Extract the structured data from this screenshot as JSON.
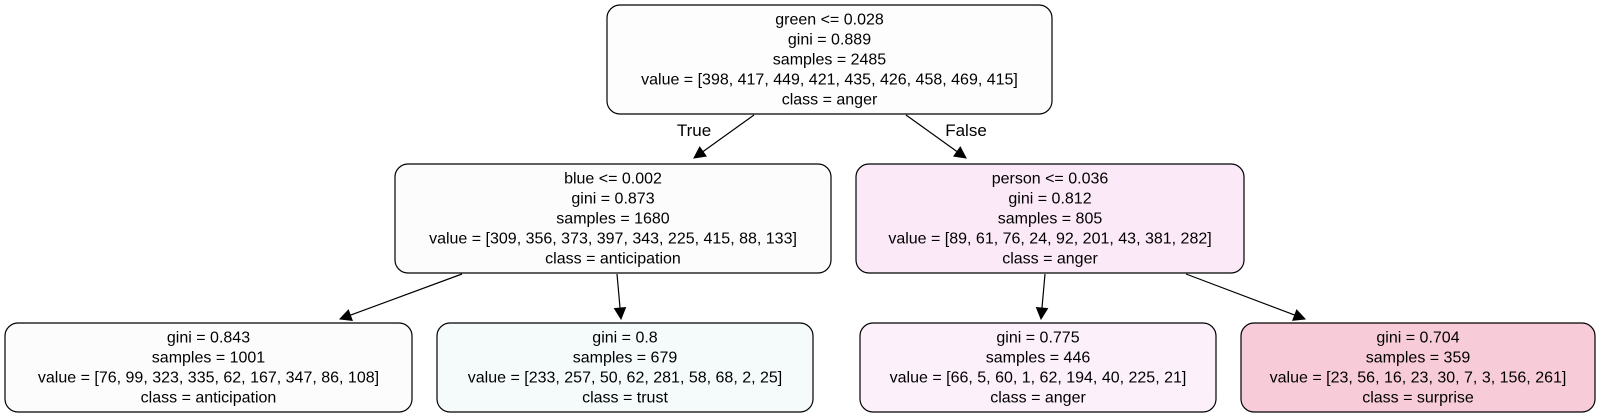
{
  "tree": {
    "nodes": [
      {
        "id": "root",
        "fill": "#fdfdfd",
        "lines": [
          "green <= 0.028",
          "gini = 0.889",
          "samples = 2485",
          "value = [398, 417, 449, 421, 435, 426, 458, 469, 415]",
          "class = anger"
        ]
      },
      {
        "id": "blue-split",
        "fill": "#fcfcfc",
        "lines": [
          "blue <= 0.002",
          "gini = 0.873",
          "samples = 1680",
          "value = [309, 356, 373, 397, 343, 225, 415, 88, 133]",
          "class = anticipation"
        ]
      },
      {
        "id": "person-split",
        "fill": "#fce9f8",
        "lines": [
          "person <= 0.036",
          "gini = 0.812",
          "samples = 805",
          "value = [89, 61, 76, 24, 92, 201, 43, 381, 282]",
          "class = anger"
        ]
      },
      {
        "id": "leaf-anticipation",
        "fill": "#fcfcfc",
        "lines": [
          "gini = 0.843",
          "samples = 1001",
          "value = [76, 99, 323, 335, 62, 167, 347, 86, 108]",
          "class = anticipation"
        ]
      },
      {
        "id": "leaf-trust",
        "fill": "#f5fbfb",
        "lines": [
          "gini = 0.8",
          "samples = 679",
          "value = [233, 257, 50, 62, 281, 58, 68, 2, 25]",
          "class = trust"
        ]
      },
      {
        "id": "leaf-anger",
        "fill": "#fcf0fa",
        "lines": [
          "gini = 0.775",
          "samples = 446",
          "value = [66, 5, 60, 1, 62, 194, 40, 225, 21]",
          "class = anger"
        ]
      },
      {
        "id": "leaf-surprise",
        "fill": "#f7ccd8",
        "lines": [
          "gini = 0.704",
          "samples = 359",
          "value = [23, 56, 16, 23, 30, 7, 3, 156, 261]",
          "class = surprise"
        ]
      }
    ],
    "edges": [
      {
        "from": "root",
        "to": "blue-split",
        "label": "True"
      },
      {
        "from": "root",
        "to": "person-split",
        "label": "False"
      },
      {
        "from": "blue-split",
        "to": "leaf-anticipation",
        "label": ""
      },
      {
        "from": "blue-split",
        "to": "leaf-trust",
        "label": ""
      },
      {
        "from": "person-split",
        "to": "leaf-anger",
        "label": ""
      },
      {
        "from": "person-split",
        "to": "leaf-surprise",
        "label": ""
      }
    ]
  }
}
